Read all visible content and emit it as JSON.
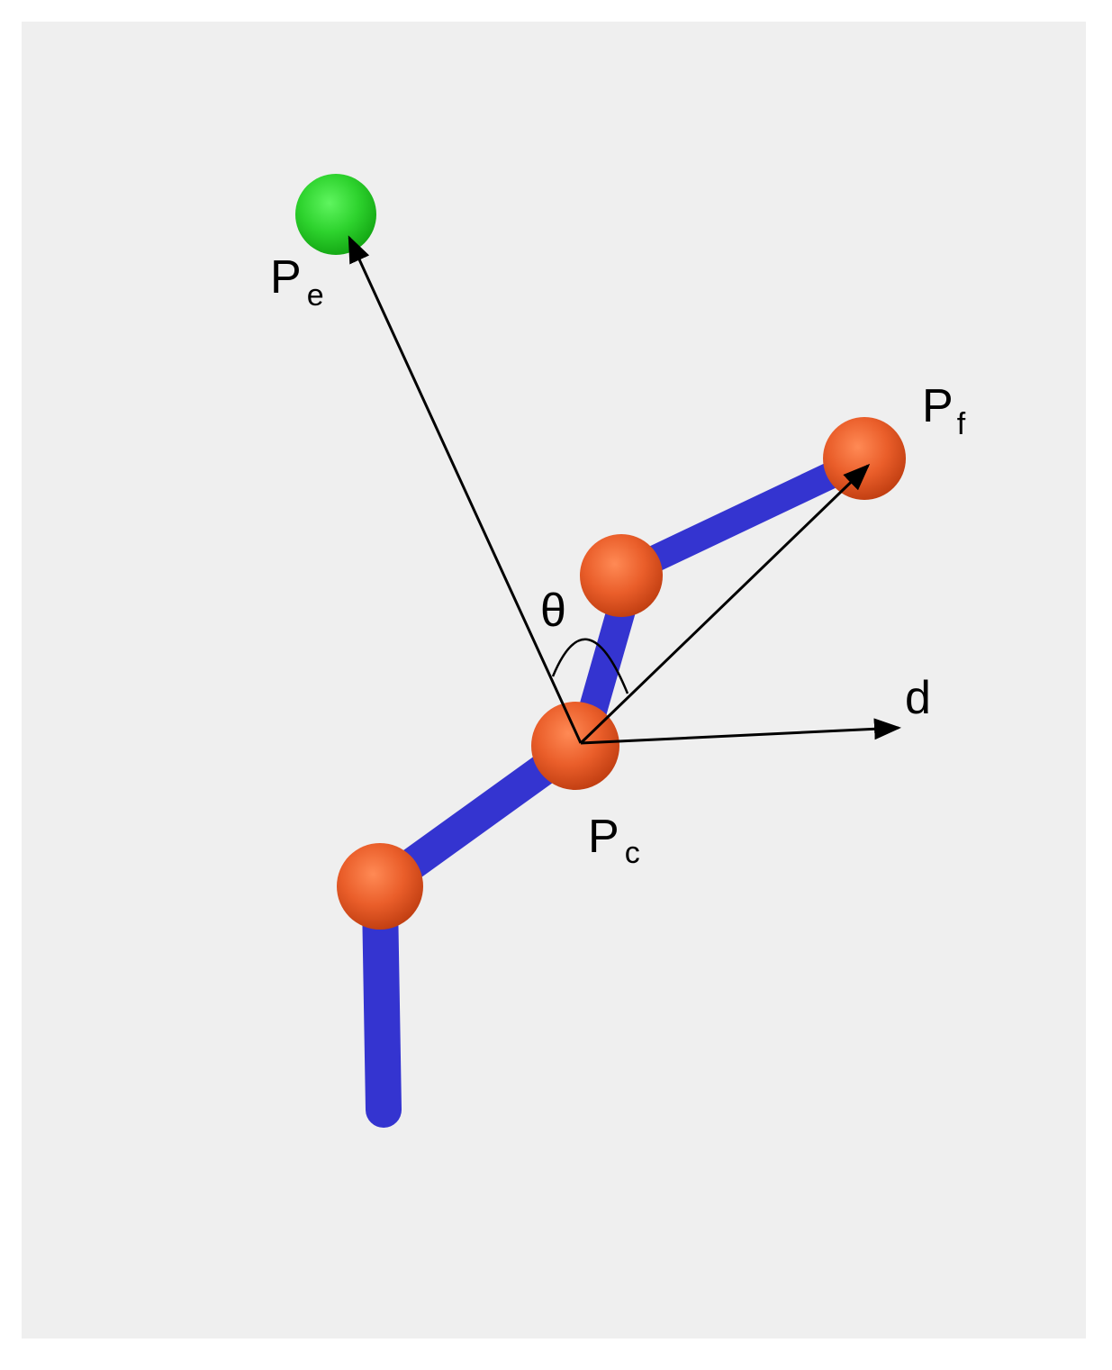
{
  "diagram": {
    "background_color": "#efefef",
    "link_color": "#3434d0",
    "joint_color": "#e8622f",
    "target_color": "#33cc33",
    "arrow_color": "#000000",
    "labels": {
      "pe_main": "P",
      "pe_sub": "e",
      "pf_main": "P",
      "pf_sub": "f",
      "pc_main": "P",
      "pc_sub": "c",
      "theta": "θ",
      "d": "d"
    }
  }
}
